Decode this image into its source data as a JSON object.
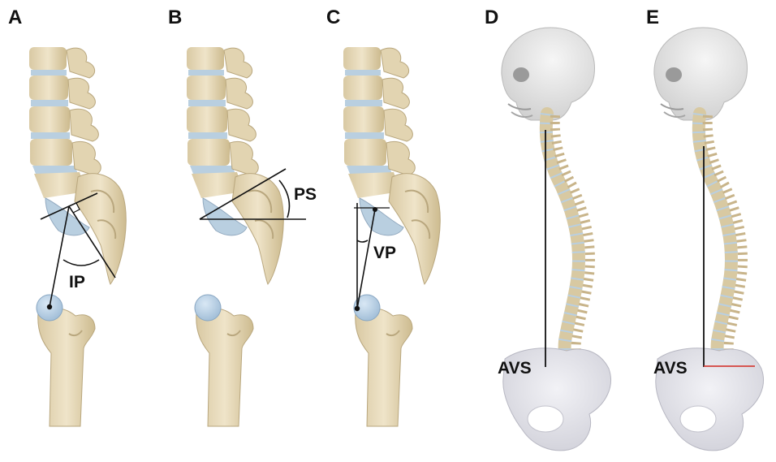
{
  "panels": {
    "a": {
      "letter": "A",
      "angle_label": "IP"
    },
    "b": {
      "letter": "B",
      "angle_label": "PS"
    },
    "c": {
      "letter": "C",
      "angle_label": "VP"
    },
    "d": {
      "letter": "D",
      "distance_label": "AVS"
    },
    "e": {
      "letter": "E",
      "distance_label": "AVS"
    }
  },
  "colors": {
    "bone": "#e8dcc0",
    "bone_shadow": "#c9b98f",
    "disc": "#b9cfe0",
    "skull": "#e9e9e9",
    "pelvis": "#e6e6ec",
    "line": "#111111",
    "distance_line_e": "#d4423c"
  }
}
